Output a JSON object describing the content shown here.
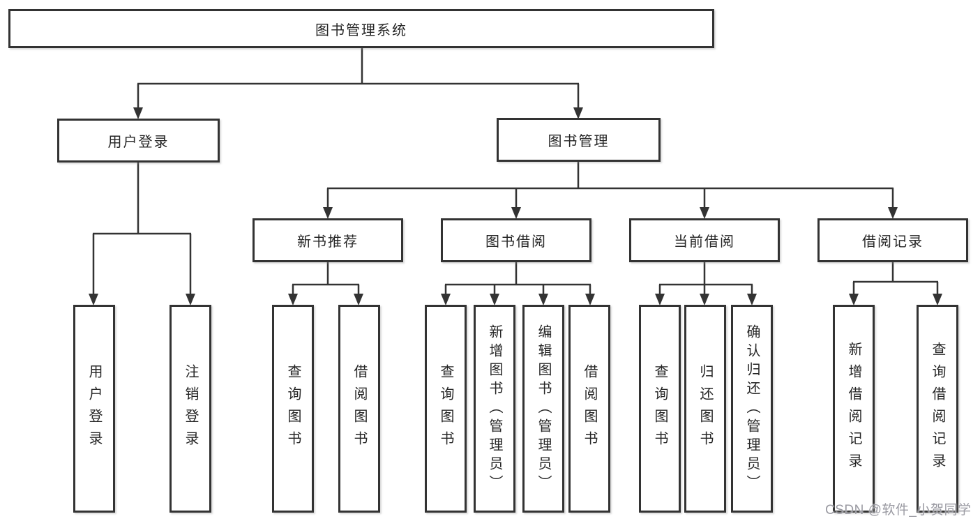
{
  "diagram": {
    "root": {
      "label": "图书管理系统"
    },
    "level2": [
      {
        "label": "用户登录",
        "children": [
          {
            "label": "用户登录"
          },
          {
            "label": "注销登录"
          }
        ]
      },
      {
        "label": "图书管理",
        "children": [
          {
            "label": "新书推荐",
            "children": [
              {
                "label": "查询图书"
              },
              {
                "label": "借阅图书"
              }
            ]
          },
          {
            "label": "图书借阅",
            "children": [
              {
                "label": "查询图书"
              },
              {
                "label": "新增图书（管理员）"
              },
              {
                "label": "编辑图书（管理员）"
              },
              {
                "label": "借阅图书"
              }
            ]
          },
          {
            "label": "当前借阅",
            "children": [
              {
                "label": "查询图书"
              },
              {
                "label": "归还图书"
              },
              {
                "label": "确认归还（管理员）"
              }
            ]
          },
          {
            "label": "借阅记录",
            "children": [
              {
                "label": "新增借阅记录"
              },
              {
                "label": "查询借阅记录"
              }
            ]
          }
        ]
      }
    ]
  },
  "watermark": {
    "text": "CSDN @软件_小贺同学"
  },
  "colors": {
    "line": "#333333",
    "text": "#262626",
    "box_background": "#ffffff",
    "watermark": "#9a9aa2",
    "background": "#ffffff"
  }
}
